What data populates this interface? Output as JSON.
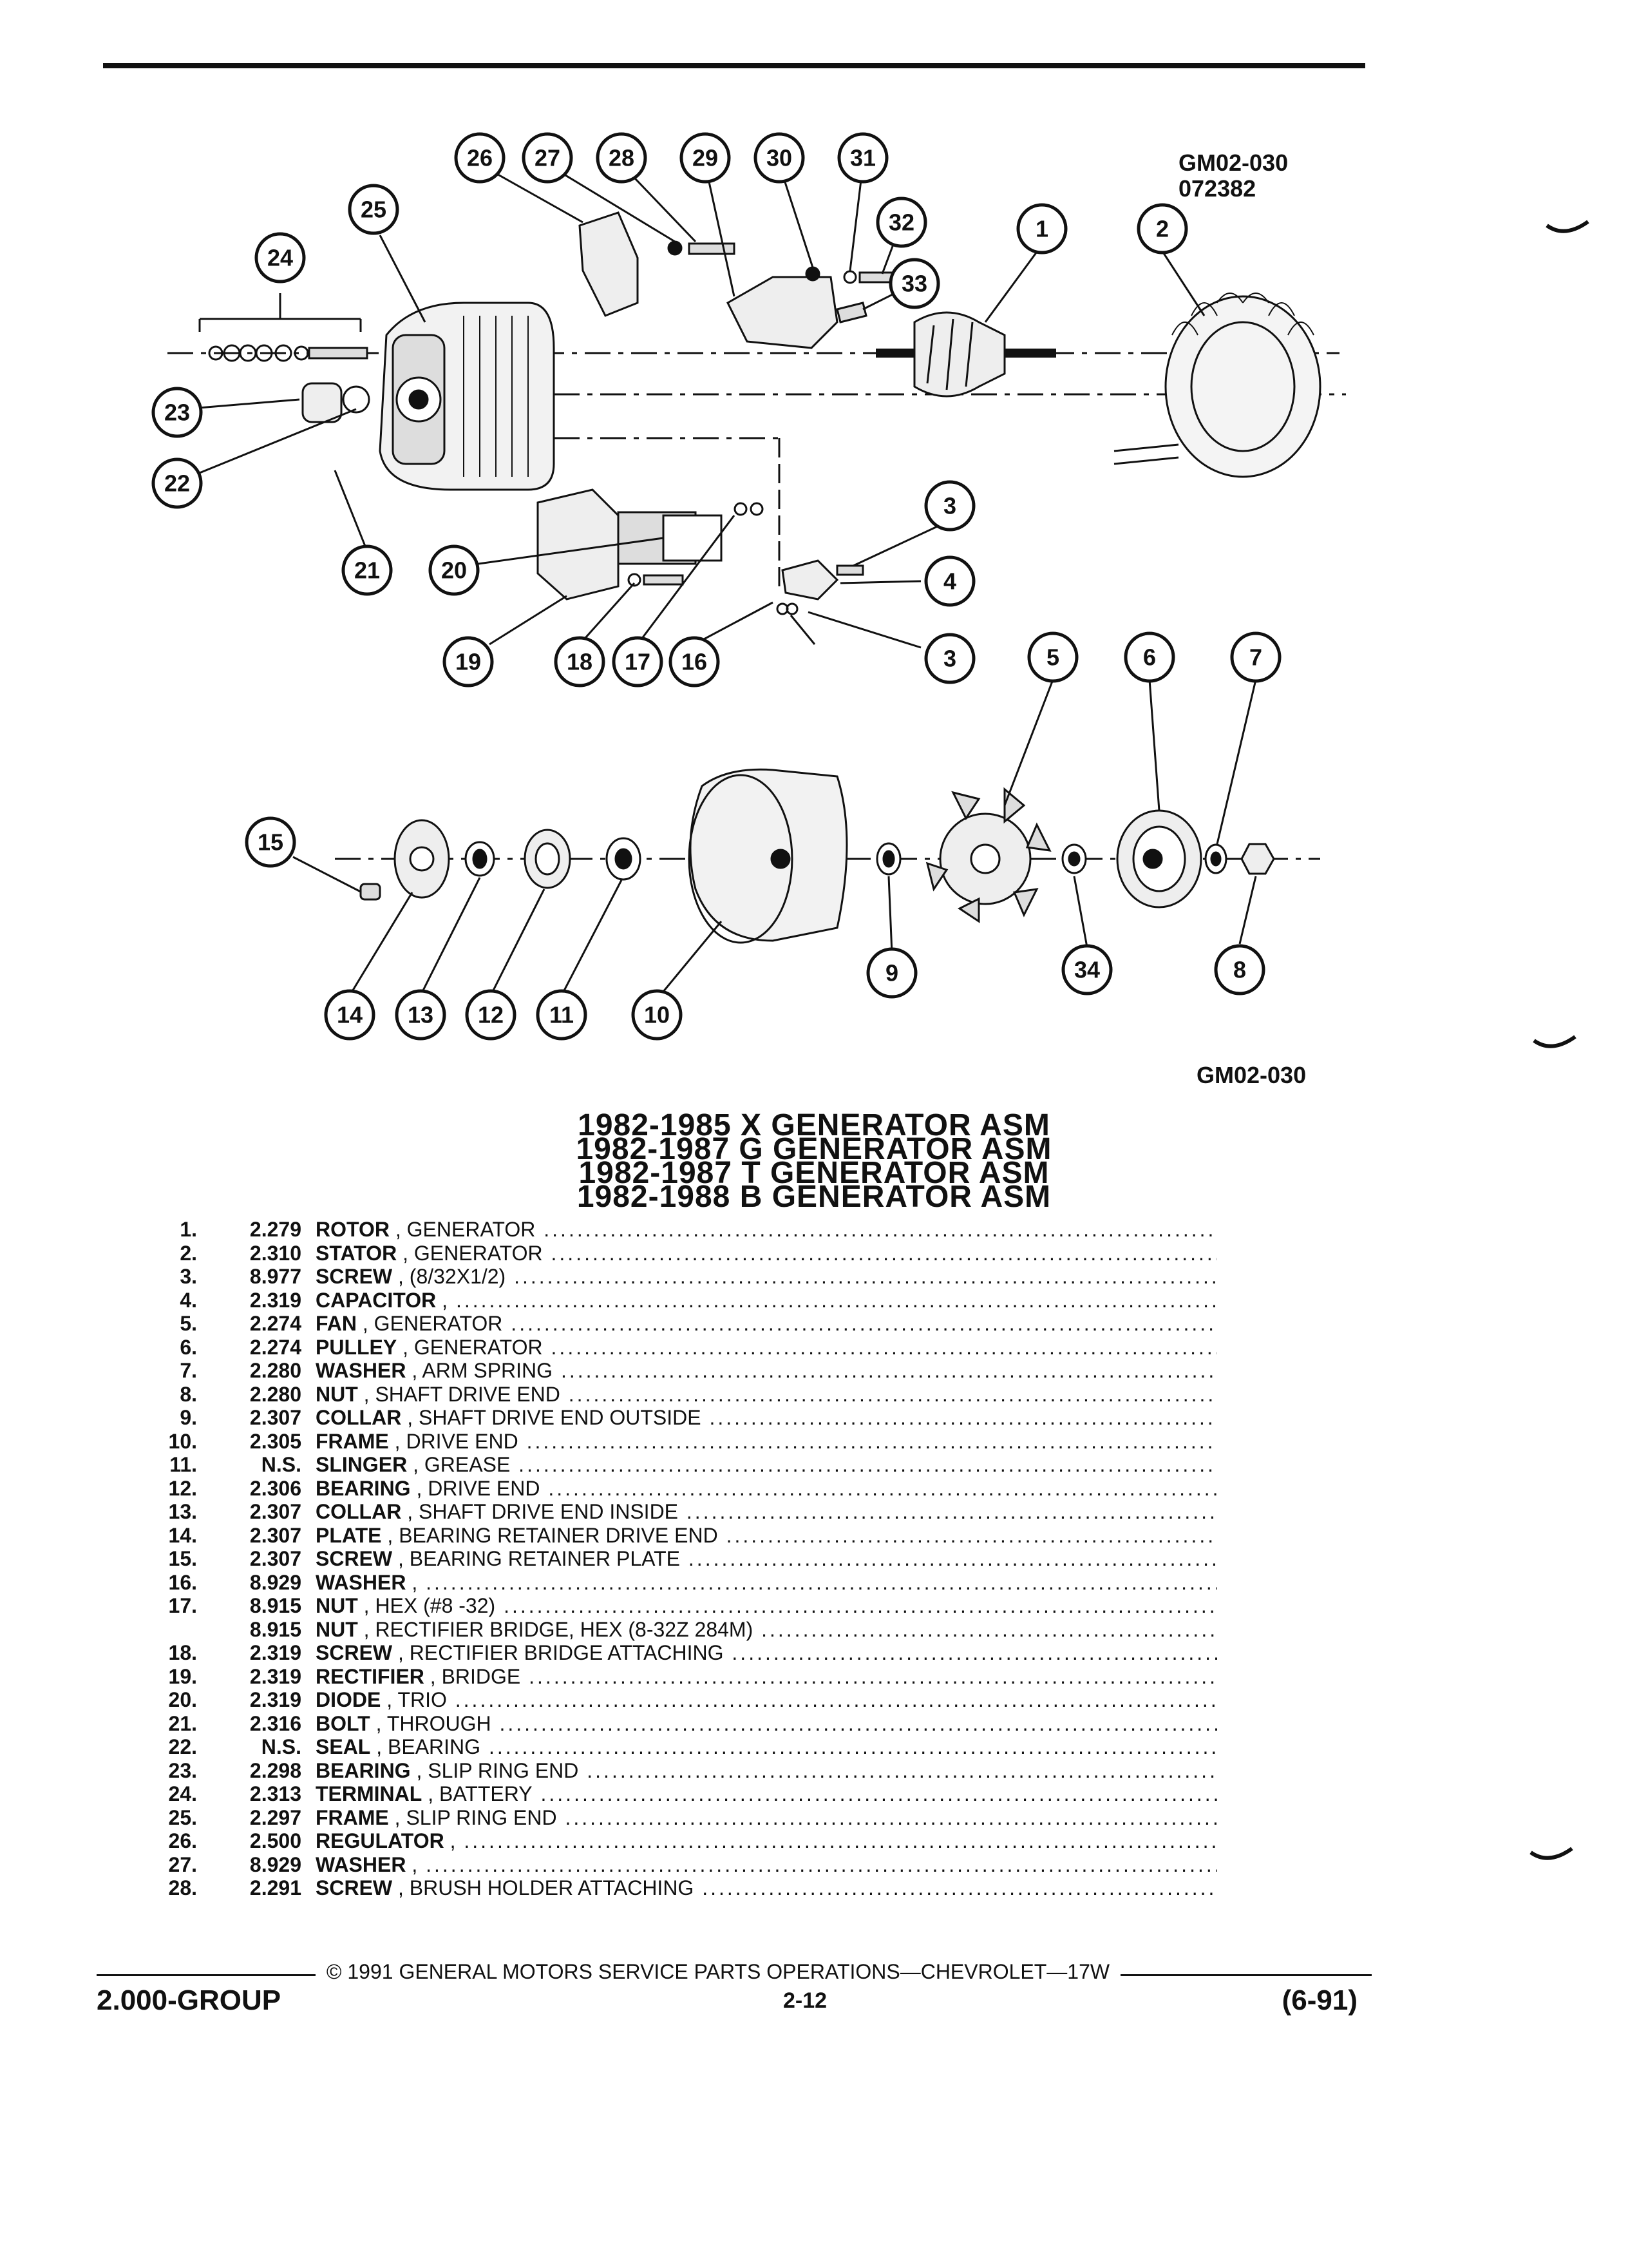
{
  "header": {
    "ref_code": "GM02-030",
    "ref_date": "072382"
  },
  "diagram": {
    "callouts": [
      "1",
      "2",
      "3",
      "4",
      "5",
      "6",
      "7",
      "8",
      "9",
      "10",
      "11",
      "12",
      "13",
      "14",
      "15",
      "16",
      "17",
      "18",
      "19",
      "20",
      "21",
      "22",
      "23",
      "24",
      "25",
      "26",
      "27",
      "28",
      "29",
      "30",
      "31",
      "32",
      "33",
      "34"
    ],
    "caption": "GM02-030"
  },
  "titles": [
    "1982-1985 X GENERATOR ASM",
    "1982-1987 G GENERATOR ASM",
    "1982-1987 T GENERATOR ASM",
    "1982-1988 B GENERATOR ASM"
  ],
  "parts": [
    {
      "num": "1.",
      "group": "2.279",
      "name": "ROTOR",
      "detail": " , GENERATOR"
    },
    {
      "num": "2.",
      "group": "2.310",
      "name": "STATOR",
      "detail": " , GENERATOR"
    },
    {
      "num": "3.",
      "group": "8.977",
      "name": "SCREW",
      "detail": " , (8/32X1/2)"
    },
    {
      "num": "4.",
      "group": "2.319",
      "name": "CAPACITOR",
      "detail": " ,"
    },
    {
      "num": "5.",
      "group": "2.274",
      "name": "FAN",
      "detail": " , GENERATOR"
    },
    {
      "num": "6.",
      "group": "2.274",
      "name": "PULLEY",
      "detail": " , GENERATOR"
    },
    {
      "num": "7.",
      "group": "2.280",
      "name": "WASHER",
      "detail": " , ARM SPRING"
    },
    {
      "num": "8.",
      "group": "2.280",
      "name": "NUT",
      "detail": " , SHAFT DRIVE END"
    },
    {
      "num": "9.",
      "group": "2.307",
      "name": "COLLAR",
      "detail": " , SHAFT DRIVE END OUTSIDE"
    },
    {
      "num": "10.",
      "group": "2.305",
      "name": "FRAME",
      "detail": " , DRIVE END"
    },
    {
      "num": "11.",
      "group": "N.S.",
      "name": "SLINGER",
      "detail": " , GREASE"
    },
    {
      "num": "12.",
      "group": "2.306",
      "name": "BEARING",
      "detail": " , DRIVE END"
    },
    {
      "num": "13.",
      "group": "2.307",
      "name": "COLLAR",
      "detail": " , SHAFT DRIVE END INSIDE"
    },
    {
      "num": "14.",
      "group": "2.307",
      "name": "PLATE",
      "detail": " , BEARING RETAINER DRIVE END"
    },
    {
      "num": "15.",
      "group": "2.307",
      "name": "SCREW",
      "detail": " , BEARING RETAINER PLATE"
    },
    {
      "num": "16.",
      "group": "8.929",
      "name": "WASHER",
      "detail": " ,"
    },
    {
      "num": "17.",
      "group": "8.915",
      "name": "NUT",
      "detail": " , HEX (#8 -32)"
    },
    {
      "num": "",
      "group": "8.915",
      "name": "NUT",
      "detail": " , RECTIFIER BRIDGE, HEX (8-32Z 284M)"
    },
    {
      "num": "18.",
      "group": "2.319",
      "name": "SCREW",
      "detail": " , RECTIFIER BRIDGE ATTACHING"
    },
    {
      "num": "19.",
      "group": "2.319",
      "name": "RECTIFIER",
      "detail": " , BRIDGE"
    },
    {
      "num": "20.",
      "group": "2.319",
      "name": "DIODE",
      "detail": " , TRIO"
    },
    {
      "num": "21.",
      "group": "2.316",
      "name": "BOLT",
      "detail": " , THROUGH"
    },
    {
      "num": "22.",
      "group": "N.S.",
      "name": "SEAL",
      "detail": " , BEARING"
    },
    {
      "num": "23.",
      "group": "2.298",
      "name": "BEARING",
      "detail": " , SLIP RING END"
    },
    {
      "num": "24.",
      "group": "2.313",
      "name": "TERMINAL",
      "detail": " , BATTERY"
    },
    {
      "num": "25.",
      "group": "2.297",
      "name": "FRAME",
      "detail": " , SLIP RING END"
    },
    {
      "num": "26.",
      "group": "2.500",
      "name": "REGULATOR",
      "detail": " ,"
    },
    {
      "num": "27.",
      "group": "8.929",
      "name": "WASHER",
      "detail": " ,"
    },
    {
      "num": "28.",
      "group": "2.291",
      "name": "SCREW",
      "detail": " , BRUSH HOLDER ATTACHING"
    }
  ],
  "footer": {
    "copyright": "© 1991 GENERAL MOTORS SERVICE PARTS OPERATIONS—CHEVROLET—17W",
    "group": "2.000-GROUP",
    "page": "2-12",
    "date": "(6-91)"
  }
}
